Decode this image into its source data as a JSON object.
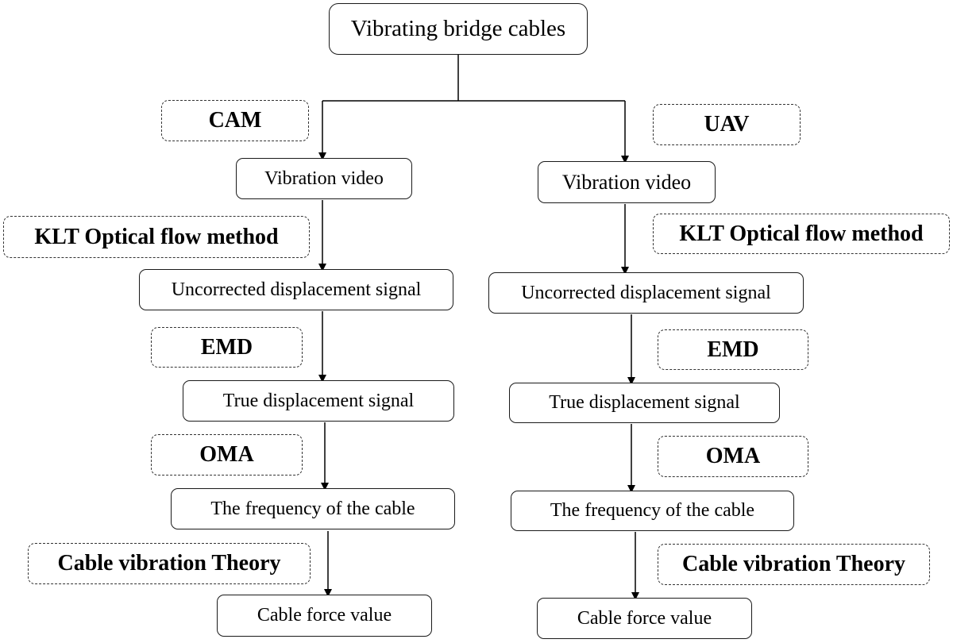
{
  "root": {
    "title": "Vibrating bridge cables"
  },
  "left_branch": {
    "source": "CAM",
    "video": "Vibration video",
    "method": "KLT Optical flow method",
    "uncorrected": "Uncorrected displacement signal",
    "decomposition": "EMD",
    "true_signal": "True displacement signal",
    "analysis": "OMA",
    "frequency": "The frequency of the cable",
    "theory": "Cable vibration Theory",
    "result": "Cable force value"
  },
  "right_branch": {
    "source": "UAV",
    "video": "Vibration video",
    "method": "KLT Optical flow method",
    "uncorrected": "Uncorrected displacement signal",
    "decomposition": "EMD",
    "true_signal": "True displacement signal",
    "analysis": "OMA",
    "frequency": "The frequency of the cable",
    "theory": "Cable vibration Theory",
    "result": "Cable force value"
  }
}
